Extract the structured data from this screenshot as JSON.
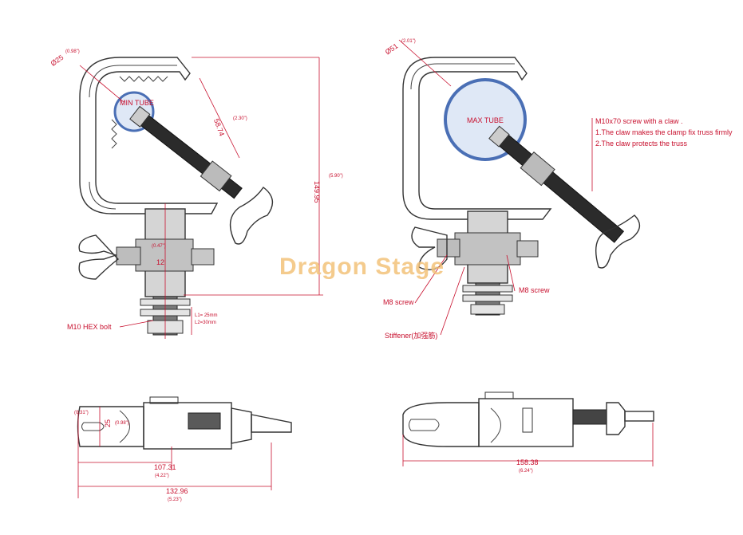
{
  "watermark": "Dragon Stage",
  "left_view": {
    "min_tube": "MIN TUBE",
    "dia_label": "Ø25",
    "dia_inch": "(0.98\")",
    "claw_len": "58.74",
    "claw_len_inch": "(2.30\")",
    "height": "149.95",
    "height_inch": "(5.90\")",
    "center_inch": "(0.47\")",
    "center_mm": "12",
    "bolt_label": "M10 HEX bolt",
    "l1": "L1= 25mm",
    "l2": "L2=30mm"
  },
  "right_view": {
    "max_tube": "MAX TUBE",
    "dia_label": "Ø51",
    "dia_inch": "(2.01\")",
    "note_title": "M10x70 screw with a claw .",
    "note_1": "1.The claw makes the clamp fix truss firmly",
    "note_2": "2.The claw protects the truss",
    "m8_left": "M8 screw",
    "m8_right": "M8 screw",
    "stiffener": "Stiffener(加强筋)"
  },
  "bottom_left": {
    "slot_inch": "(0.31\")",
    "height_mm": "25",
    "height_inch": "(0.98\")",
    "len1": "107.31",
    "len1_inch": "(4.22\")",
    "len2": "132.96",
    "len2_inch": "(5.23\")"
  },
  "bottom_right": {
    "len": "158.38",
    "len_inch": "(6.24\")"
  }
}
